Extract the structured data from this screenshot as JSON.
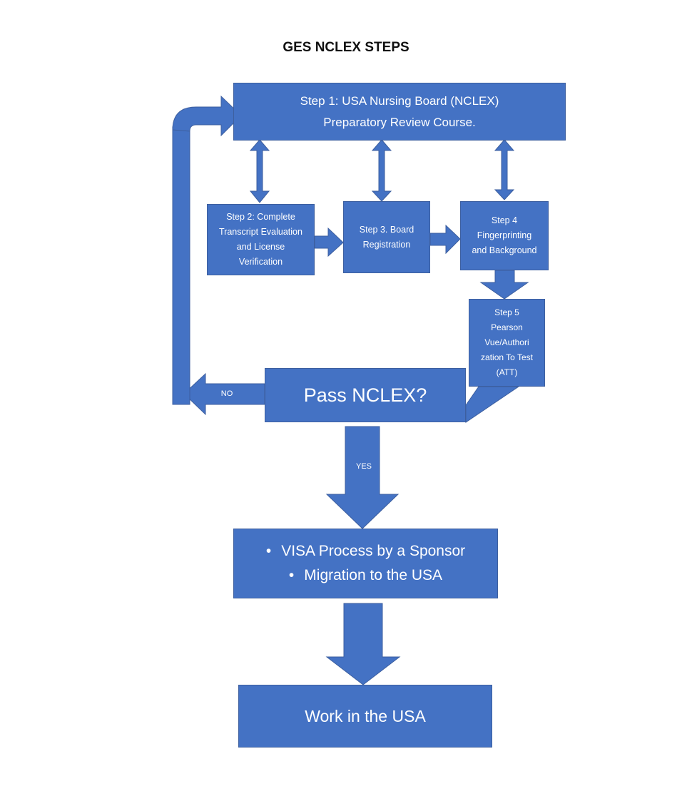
{
  "title": "GES NCLEX STEPS",
  "colors": {
    "box_fill": "#4472C4",
    "box_border": "#3d5f9f",
    "title": "#111111",
    "box_text": "#ffffff"
  },
  "nodes": {
    "step1": "Step 1:  USA Nursing Board (NCLEX) Preparatory Review Course.",
    "step2": "Step 2: Complete Transcript Evaluation and License Verification",
    "step3": "Step 3. Board Registration",
    "step4": "Step 4 Fingerprinting and Background",
    "step5": "Step 5 Pearson Vue/Authori zation To Test (ATT)",
    "pass": "Pass NCLEX?",
    "visa": [
      "VISA Process by a Sponsor",
      "Migration to the USA"
    ],
    "work": "Work in the USA"
  },
  "edge_labels": {
    "no": "NO",
    "yes": "YES"
  }
}
